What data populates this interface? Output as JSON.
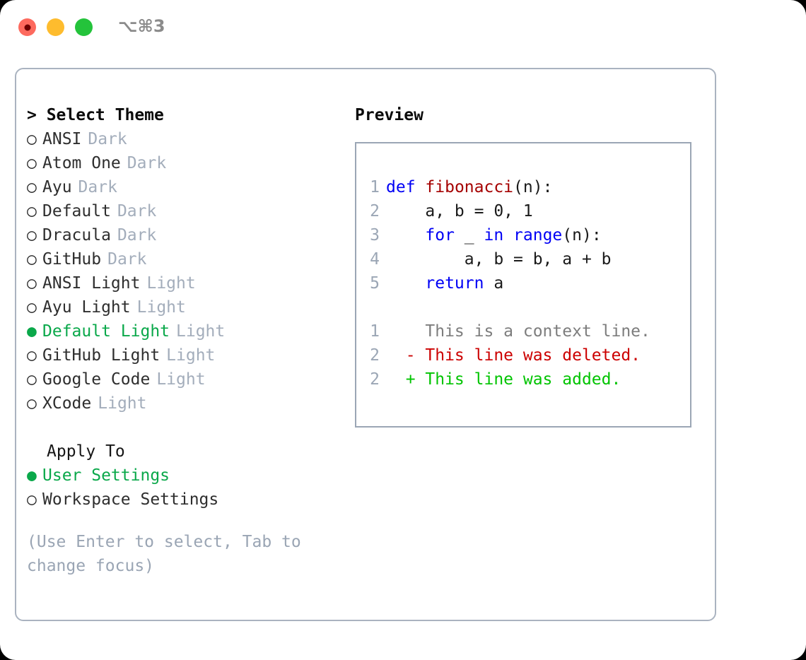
{
  "titlebar": {
    "shortcut": "⌥⌘3",
    "traffic_lights": [
      {
        "name": "close-button",
        "color": "#fd6a5e",
        "state": "recording"
      },
      {
        "name": "minimize-button",
        "color": "#febc2e",
        "state": "normal"
      },
      {
        "name": "maximize-button",
        "color": "#24c33b",
        "state": "normal"
      }
    ]
  },
  "theme_list": {
    "header": "> Select Theme",
    "items": [
      {
        "bullet": "○",
        "name": "ANSI",
        "badge": "Dark",
        "selected": false
      },
      {
        "bullet": "○",
        "name": "Atom One",
        "badge": "Dark",
        "selected": false
      },
      {
        "bullet": "○",
        "name": "Ayu",
        "badge": "Dark",
        "selected": false
      },
      {
        "bullet": "○",
        "name": "Default",
        "badge": "Dark",
        "selected": false
      },
      {
        "bullet": "○",
        "name": "Dracula",
        "badge": "Dark",
        "selected": false
      },
      {
        "bullet": "○",
        "name": "GitHub",
        "badge": "Dark",
        "selected": false
      },
      {
        "bullet": "○",
        "name": "ANSI Light",
        "badge": "Light",
        "selected": false
      },
      {
        "bullet": "○",
        "name": "Ayu Light",
        "badge": "Light",
        "selected": false
      },
      {
        "bullet": "●",
        "name": "Default Light",
        "badge": "Light",
        "selected": true
      },
      {
        "bullet": "○",
        "name": "GitHub Light",
        "badge": "Light",
        "selected": false
      },
      {
        "bullet": "○",
        "name": "Google Code",
        "badge": "Light",
        "selected": false
      },
      {
        "bullet": "○",
        "name": "XCode",
        "badge": "Light",
        "selected": false
      }
    ]
  },
  "apply_to": {
    "header": "Apply To",
    "options": [
      {
        "bullet": "●",
        "label": "User Settings",
        "selected": true
      },
      {
        "bullet": "○",
        "label": "Workspace Settings",
        "selected": false
      }
    ]
  },
  "hint": "(Use Enter to select, Tab to change focus)",
  "preview": {
    "title": "Preview",
    "code_lines": [
      {
        "num": "1",
        "tokens": [
          {
            "t": "def",
            "c": "kw"
          },
          {
            "t": " ",
            "c": "txt"
          },
          {
            "t": "fibonacci",
            "c": "fn"
          },
          {
            "t": "(n):",
            "c": "txt"
          }
        ]
      },
      {
        "num": "2",
        "tokens": [
          {
            "t": "    a, b = 0, 1",
            "c": "txt"
          }
        ]
      },
      {
        "num": "3",
        "tokens": [
          {
            "t": "    ",
            "c": "txt"
          },
          {
            "t": "for",
            "c": "kw"
          },
          {
            "t": " _ ",
            "c": "txt"
          },
          {
            "t": "in",
            "c": "kw"
          },
          {
            "t": " ",
            "c": "txt"
          },
          {
            "t": "range",
            "c": "kw"
          },
          {
            "t": "(n):",
            "c": "txt"
          }
        ]
      },
      {
        "num": "4",
        "tokens": [
          {
            "t": "        a, b = b, a + b",
            "c": "txt"
          }
        ]
      },
      {
        "num": "5",
        "tokens": [
          {
            "t": "    ",
            "c": "txt"
          },
          {
            "t": "return",
            "c": "kw"
          },
          {
            "t": " a",
            "c": "txt"
          }
        ]
      }
    ],
    "diff_lines": [
      {
        "num": "1",
        "marker": " ",
        "text": " This is a context line.",
        "kind": "ctx"
      },
      {
        "num": "2",
        "marker": "-",
        "text": " This line was deleted.",
        "kind": "del"
      },
      {
        "num": "2",
        "marker": "+",
        "text": " This line was added.",
        "kind": "add"
      }
    ]
  },
  "colors": {
    "accent_green": "#0aa84a",
    "border": "#aab3c0",
    "preview_border": "#9ba6b5",
    "muted": "#9aa5b4",
    "keyword_blue": "#0000f5",
    "function_red": "#a50000",
    "diff_deleted": "#cc0000",
    "diff_added": "#00c400",
    "diff_context": "#7d7d7d"
  }
}
